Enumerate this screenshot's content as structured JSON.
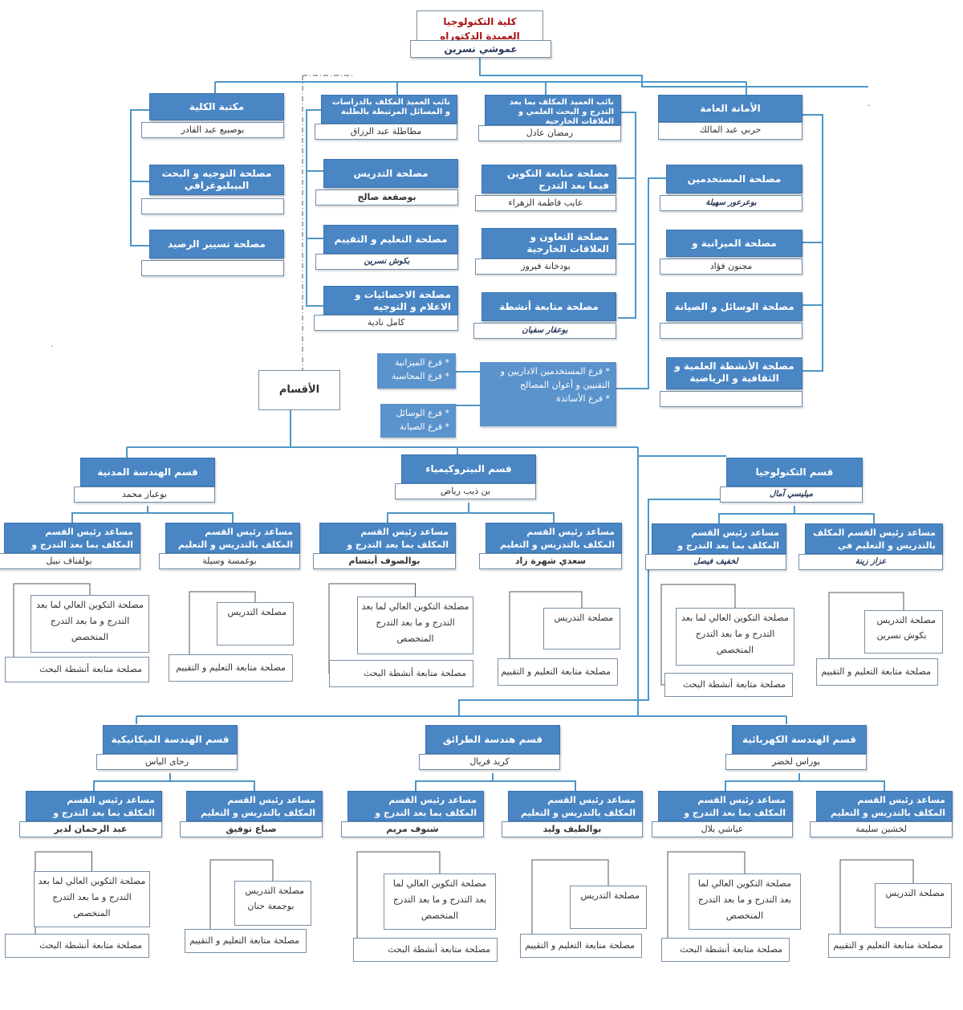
{
  "faculty": {
    "title": "كلية التكنولوجيا",
    "dean_title": "العميدة الدكتوراه",
    "dean_name": "عموشي نسرين"
  },
  "upper": {
    "general_secretariat": {
      "title": "الأمانة العامة",
      "name": "حربي عبد المالك",
      "services": [
        {
          "title": "مصلحة المستخدمين",
          "name": "بوعرعور سهيلة"
        },
        {
          "title": "مصلحة الميزانية و المحاسبة",
          "name": "مجنون فؤاد"
        },
        {
          "title": "مصلحة الوسائل و الصيانة",
          "name": ""
        },
        {
          "title": "مصلحة الأنشطة العلمية و الثقافية و الرياضية",
          "name": ""
        }
      ]
    },
    "vice_dean_postgrad": {
      "title": "نائب العميد المكلف بما بعد التدرج و البحث العلمي و العلاقات الخارجية",
      "name": "رمضان عادل",
      "services": [
        {
          "title": "مصلحة متابعة التكوين فيما بعد التدرج",
          "name": "عايب فاطمة الزهراء"
        },
        {
          "title": "مصلحة التعاون و العلاقات الخارجية",
          "name": "بودخانة فيروز"
        },
        {
          "title": "مصلحة متابعة أنشطة البحث",
          "name": "بوعقار سفيان"
        }
      ]
    },
    "vice_dean_studies": {
      "title": "نائب العميد المكلف بالدراسات و المسائل المرتبطة بالطلبة",
      "name": "مطاطلة عبد الرزاق",
      "services": [
        {
          "title": "مصلحة التدريس",
          "name": "بوصفعة صالح"
        },
        {
          "title": "مصلحة التعليم و التقييم",
          "name": "بكوش نسرين"
        },
        {
          "title": "مصلحة الاحصائيات و الاعلام و التوجيه",
          "name": "كامل نادية"
        }
      ]
    },
    "library": {
      "title": "مكتبة الكلية",
      "name": "بوصبيع عبد القادر",
      "services": [
        {
          "title": "مصلحة التوجيه و البحث البيبليوغرافي",
          "name": ""
        },
        {
          "title": "مصلحة تسيير الرصيد الوثائقي",
          "name": ""
        }
      ]
    },
    "branches_personnel": [
      "* فرع المستخدمين الاداريين و التقنيين و أعوان المصالح",
      "* فرع الأساتذة"
    ],
    "branches_budget": [
      "* فرع الميزانية",
      "* فرع المحاسبة"
    ],
    "branches_means": [
      "* فرع الوسائل",
      "* فرع الصيانة"
    ]
  },
  "departments_label": "الأقسام",
  "departments": [
    {
      "title": "قسم التكنولوجيا",
      "head": "ميليسي آمال",
      "asst_teaching_title": "مساعد رئيس القسم المكلف بالتدريس و التعليم في التدرج",
      "asst_teaching_name": "عزاز زينة",
      "asst_post_title": "مساعد رئيس القسم المكلف بما بعد التدرج و البحث العلمي",
      "asst_post_name": "لخفيف فيصل",
      "srv_teaching": "مصلحة التدريس",
      "srv_teaching_name": "بكوش نسرين",
      "srv_eval": "مصلحة متابعة التعليم و التقييم",
      "srv_post": "مصلحة التكوين العالي لما بعد التدرج و ما بعد التدرج المتخصص",
      "srv_research": "مصلحة متابعة أنشطة البحث"
    },
    {
      "title": "قسم البيتروكيمياء",
      "head": "بن ذيب رياض",
      "asst_teaching_title": "مساعد رئيس القسم المكلف بالتدريس و التعليم في التدرج",
      "asst_teaching_name": "سعدي شهرة زاد",
      "asst_post_title": "مساعد رئيس القسم المكلف بما بعد التدرج و البحث العلمي",
      "asst_post_name": "بوالصوف أبتسام",
      "srv_teaching": "مصلحة التدريس",
      "srv_teaching_name": "",
      "srv_eval": "مصلحة متابعة التعليم و التقييم",
      "srv_post": "مصلحة التكوين العالي لما بعد التدرج و ما بعد التدرج المتخصص",
      "srv_research": "مصلحة متابعة أنشطة البحث"
    },
    {
      "title": "قسم الهندسة المدنية",
      "head": "بوعباز محمد",
      "asst_teaching_title": "مساعد رئيس القسم المكلف بالتدريس و التعليم في التدرج",
      "asst_teaching_name": "بوغمسة وسيلة",
      "asst_post_title": "مساعد رئيس القسم المكلف بما بعد التدرج و البحث العلمي",
      "asst_post_name": "بولقناف نبيل",
      "srv_teaching": "مصلحة التدريس",
      "srv_teaching_name": "",
      "srv_eval": "مصلحة متابعة التعليم و التقييم",
      "srv_post": "مصلحة التكوين العالي لما بعد التدرج و ما بعد التدرج المتخصص",
      "srv_research": "مصلحة متابعة أنشطة البحث"
    },
    {
      "title": "قسم الهندسة الكهربائية",
      "head": "بوراس لخضر",
      "asst_teaching_title": "مساعد رئيس القسم المكلف بالتدريس و التعليم في التدرج",
      "asst_teaching_name": "لخشين سليمة",
      "asst_post_title": "مساعد رئيس القسم المكلف بما بعد التدرج و البحث العلمي",
      "asst_post_name": "عياشي بلال",
      "srv_teaching": "مصلحة التدريس",
      "srv_teaching_name": "",
      "srv_eval": "مصلحة متابعة التعليم و التقييم",
      "srv_post": "مصلحة التكوين العالي لما بعد التدرج و ما بعد التدرج المتخصص",
      "srv_research": "مصلحة متابعة أنشطة البحث"
    },
    {
      "title": "قسم هندسة الطرائق",
      "head": "كريد فريال",
      "asst_teaching_title": "مساعد رئيس القسم المكلف بالتدريس و التعليم في التدرج",
      "asst_teaching_name": "بوالطيف وليد",
      "asst_post_title": "مساعد رئيس القسم المكلف بما بعد التدرج و البحث العلمي",
      "asst_post_name": "شنوف مريم",
      "srv_teaching": "مصلحة التدريس",
      "srv_teaching_name": "",
      "srv_eval": "مصلحة متابعة التعليم و التقييم",
      "srv_post": "مصلحة التكوين العالي لما بعد التدرج و ما بعد التدرج المتخصص",
      "srv_research": "مصلحة متابعة أنشطة البحث"
    },
    {
      "title": "قسم الهندسة الميكانيكية",
      "head": "رحاى الياس",
      "asst_teaching_title": "مساعد رئيس القسم المكلف بالتدريس و التعليم في التدرج",
      "asst_teaching_name": "صباع توفيق",
      "asst_post_title": "مساعد رئيس القسم المكلف بما بعد التدرج و البحث العلمي",
      "asst_post_name": "عبد الرحمان لدير",
      "srv_teaching": "مصلحة التدريس",
      "srv_teaching_name": "بوجمعة حنان",
      "srv_eval": "مصلحة متابعة التعليم و التقييم",
      "srv_post": "مصلحة التكوين العالي لما بعد التدرج و ما بعد التدرج المتخصص",
      "srv_research": "مصلحة متابعة أنشطة البحث"
    }
  ]
}
